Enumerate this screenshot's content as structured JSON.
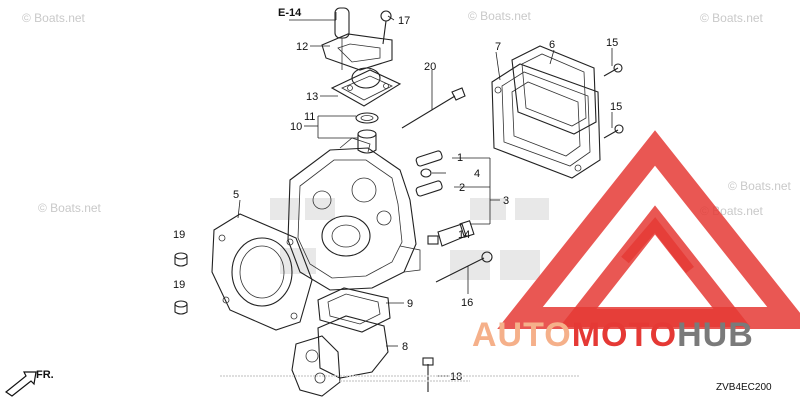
{
  "watermarks": [
    "© Boats.net",
    "© Boats.net",
    "© Boats.net",
    "© Boats.net",
    "© Boats.net",
    "© Boats.net"
  ],
  "section_ref": "E-14",
  "callouts": [
    "1",
    "2",
    "3",
    "4",
    "5",
    "6",
    "7",
    "8",
    "9",
    "10",
    "11",
    "12",
    "13",
    "14",
    "15",
    "15",
    "16",
    "17",
    "18",
    "19",
    "19",
    "20"
  ],
  "diagram_code": "ZVB4EC200",
  "fr_label": "FR.",
  "brand": {
    "part1": "AUTO",
    "part2": "MOTO",
    "part3": "HUB",
    "color1": "#f5b08a",
    "color2": "#e53935",
    "color3": "#7a7a7a",
    "logo_color": "#e53935"
  }
}
